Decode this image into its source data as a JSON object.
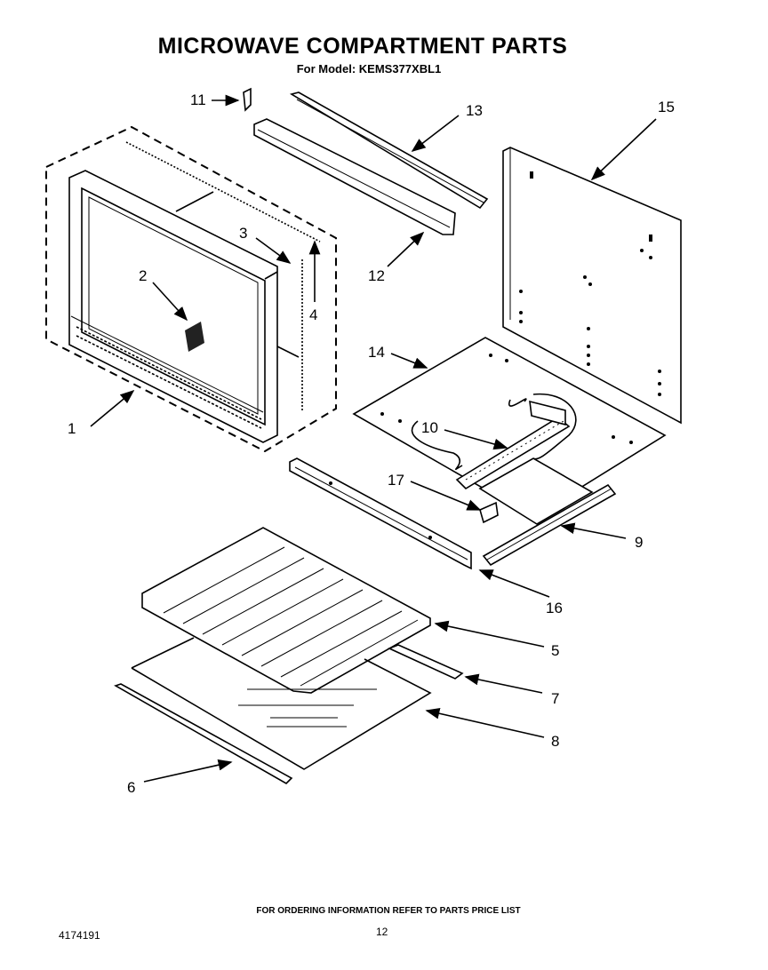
{
  "title": "MICROWAVE COMPARTMENT PARTS",
  "subtitle": "For Model: KEMS377XBL1",
  "footer_note": "FOR ORDERING INFORMATION REFER TO PARTS PRICE LIST",
  "doc_number": "4174191",
  "page_number": "12",
  "callouts": {
    "c1": "1",
    "c2": "2",
    "c3": "3",
    "c4": "4",
    "c5": "5",
    "c6": "6",
    "c7": "7",
    "c8": "8",
    "c9": "9",
    "c10": "10",
    "c11": "11",
    "c12": "12",
    "c13": "13",
    "c14": "14",
    "c15": "15",
    "c16": "16",
    "c17": "17"
  }
}
